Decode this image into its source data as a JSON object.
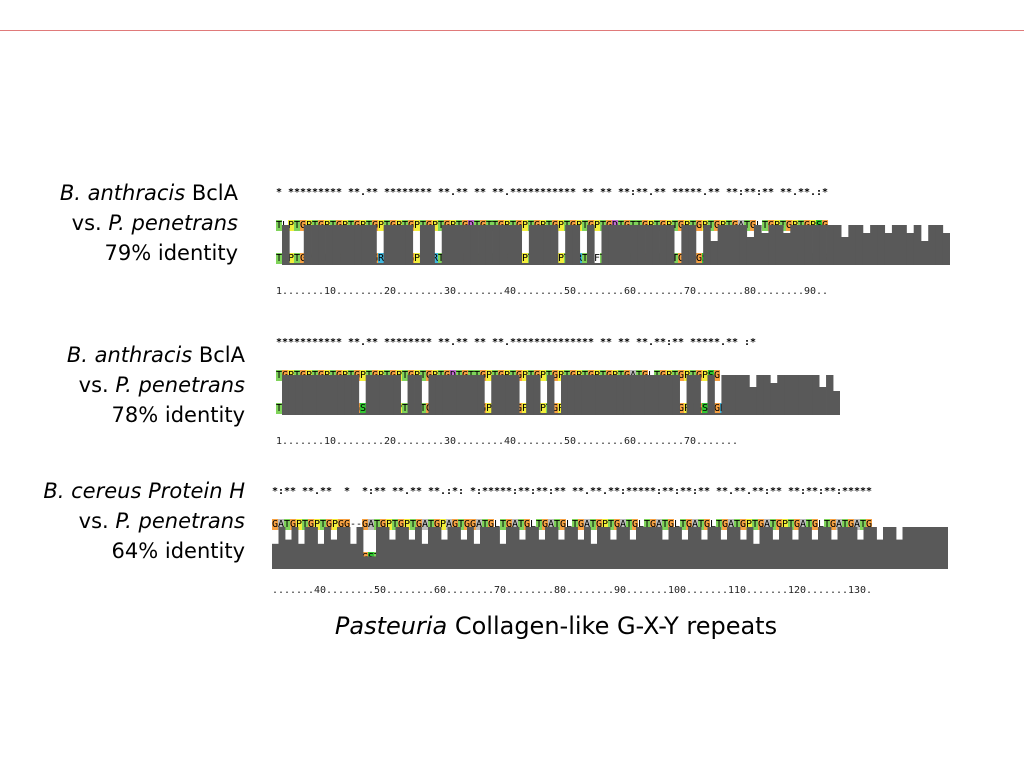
{
  "blocks": [
    {
      "organism": "B. anthracis",
      "protein": "BclA",
      "vs_prefix": "vs.",
      "vs_organism": "P. penetrans",
      "identity": "79% identity",
      "consensus": "* ********* **.** ******** **.** ** **.*********** ** ** **:**.** *****.** **:**:** **.**.:*",
      "seq1": "TLPTGPTGPTGPTGPTGPTGPTGPTGPTGPTGDTGTTGPTGPTGPTGPTGPTGPTGDTGTTGPTGPTGPTGPTGPTGATGLTGPTGPTGPSG",
      "seq2": "TGPTGPTGPTGRTGSTGRTGPTGPTGRTGSTGRTGPTGPTGPTGPTGPTGRTGFTGRTGSTGSTGRTGPTGSTGRTGSTGPTGRTGSTGSTG",
      "ruler": "1.......10........20........30........40........50........60........70........80........90..",
      "histogram": [
        1,
        0,
        0,
        1,
        1,
        1,
        1,
        1,
        1,
        1,
        1,
        1,
        1,
        0,
        1,
        1,
        1,
        1,
        0,
        1,
        1,
        0,
        1,
        1,
        1,
        1,
        1,
        1,
        1,
        1,
        1,
        1,
        1,
        0,
        1,
        1,
        1,
        1,
        0,
        1,
        1,
        0,
        1,
        0,
        1,
        1,
        1,
        1,
        1,
        1,
        1,
        1,
        1,
        1,
        0,
        1,
        1,
        0,
        1,
        0.6,
        1,
        1,
        1,
        1,
        0.7,
        1,
        0.8,
        1,
        1,
        0.8,
        1,
        1,
        1,
        1,
        1,
        1,
        1,
        0.7,
        1,
        1,
        0.8,
        1,
        1,
        0.8,
        1,
        1,
        0.8,
        1,
        0.6,
        1,
        1,
        0.8
      ]
    },
    {
      "organism": "B. anthracis",
      "protein": "BclA",
      "vs_prefix": "vs.",
      "vs_organism": "P. penetrans",
      "identity": "78% identity",
      "consensus": "*********** **.** ******** **.** ** **.************** ** ** **.**:** *****.** :*",
      "seq1": "TGPTGPTGPTGPTGPTGPTGPTGPTGPTGDTGTTGPTGPTGPTGPTGPTGPTGPTGPTGATGLTGPTGPTGPSG",
      "seq2": "TGPTGPTGPTGRTGSTGRTGPTGPTGRTGSTGRTGPTGPTGPTGPTGPTGRTGFTGRTGSTGSTGRTGPTGSTGRTG",
      "ruler": "1.......10........20........30........40........50........60........70.......",
      "histogram": [
        1,
        1,
        1,
        1,
        1,
        1,
        1,
        1,
        1,
        1,
        1,
        0,
        1,
        1,
        1,
        1,
        1,
        0,
        1,
        1,
        0,
        1,
        1,
        1,
        1,
        1,
        1,
        1,
        1,
        0,
        1,
        1,
        1,
        1,
        0,
        1,
        1,
        0,
        1,
        0,
        1,
        1,
        1,
        1,
        1,
        1,
        1,
        1,
        1,
        1,
        1,
        1,
        1,
        1,
        1,
        1,
        1,
        0,
        1,
        1,
        0,
        1,
        0,
        1,
        1,
        1,
        1,
        0.7,
        1,
        1,
        0.8,
        1,
        1,
        1,
        1,
        1,
        1,
        0.7,
        1,
        0.6
      ]
    },
    {
      "organism": "B. cereus",
      "protein": "Protein H",
      "vs_prefix": "vs.",
      "vs_organism": "P. penetrans",
      "identity": "64% identity",
      "consensus": "*:** **.**  *  *:** **.** **.:*: *:*****:**:**:** **.**.**:*****:**:**:** **.**.**:** **:**:**:*****",
      "seq1": "GATGPTGPTGPGG--GATGPTGPTGATGPAGTGGATGLTGATGLTGATGLTGATGPTGATGLTGATGLTGATGLTGATGPTGATGPTGATGLTGATGATG",
      "seq2": "GSTGLTGTTGITGSTGSTGLTGTTGITGSTGSTGSTGLTGTTGITGSTGATGVTGSTGSTGLTGTTGITGSTGATGVTGSTGSTGLTGTTGITGSTGATG",
      "ruler": ".......40........50........60........70........80........90.......100.......110.......120.......130.",
      "histogram": [
        0.6,
        1,
        0.7,
        1,
        0.6,
        1,
        1,
        0.6,
        1,
        0.7,
        1,
        1,
        0.6,
        1,
        0.3,
        0.3,
        1,
        1,
        0.7,
        1,
        1,
        0.7,
        1,
        0.6,
        1,
        1,
        0.7,
        1,
        1,
        0.7,
        1,
        0.6,
        1,
        1,
        1,
        0.6,
        1,
        1,
        0.7,
        1,
        1,
        0.7,
        1,
        1,
        0.7,
        1,
        1,
        0.7,
        1,
        0.6,
        1,
        1,
        0.7,
        1,
        1,
        0.7,
        1,
        1,
        1,
        1,
        0.7,
        1,
        1,
        0.7,
        1,
        1,
        0.7,
        1,
        1,
        0.7,
        1,
        1,
        0.7,
        1,
        0.6,
        1,
        1,
        0.7,
        1,
        1,
        0.7,
        1,
        1,
        0.7,
        1,
        1,
        0.7,
        1,
        1,
        1,
        0.7,
        1,
        1,
        0.7,
        1,
        1,
        0.7,
        1,
        1,
        1,
        1,
        1,
        1,
        1
      ]
    }
  ],
  "caption": {
    "italic": "Pasteuria",
    "rest": " Collagen-like G-X-Y repeats"
  },
  "colors": {
    "rule": "#e07a7a",
    "histogram": "#595959",
    "aa_T": "#7fd35a",
    "aa_G": "#f6a142",
    "aa_P": "#f2ee3a",
    "aa_D": "#c16bd1",
    "aa_S": "#32c832",
    "aa_A": "#bcbcbc",
    "aa_R": "#3fb8e0"
  }
}
